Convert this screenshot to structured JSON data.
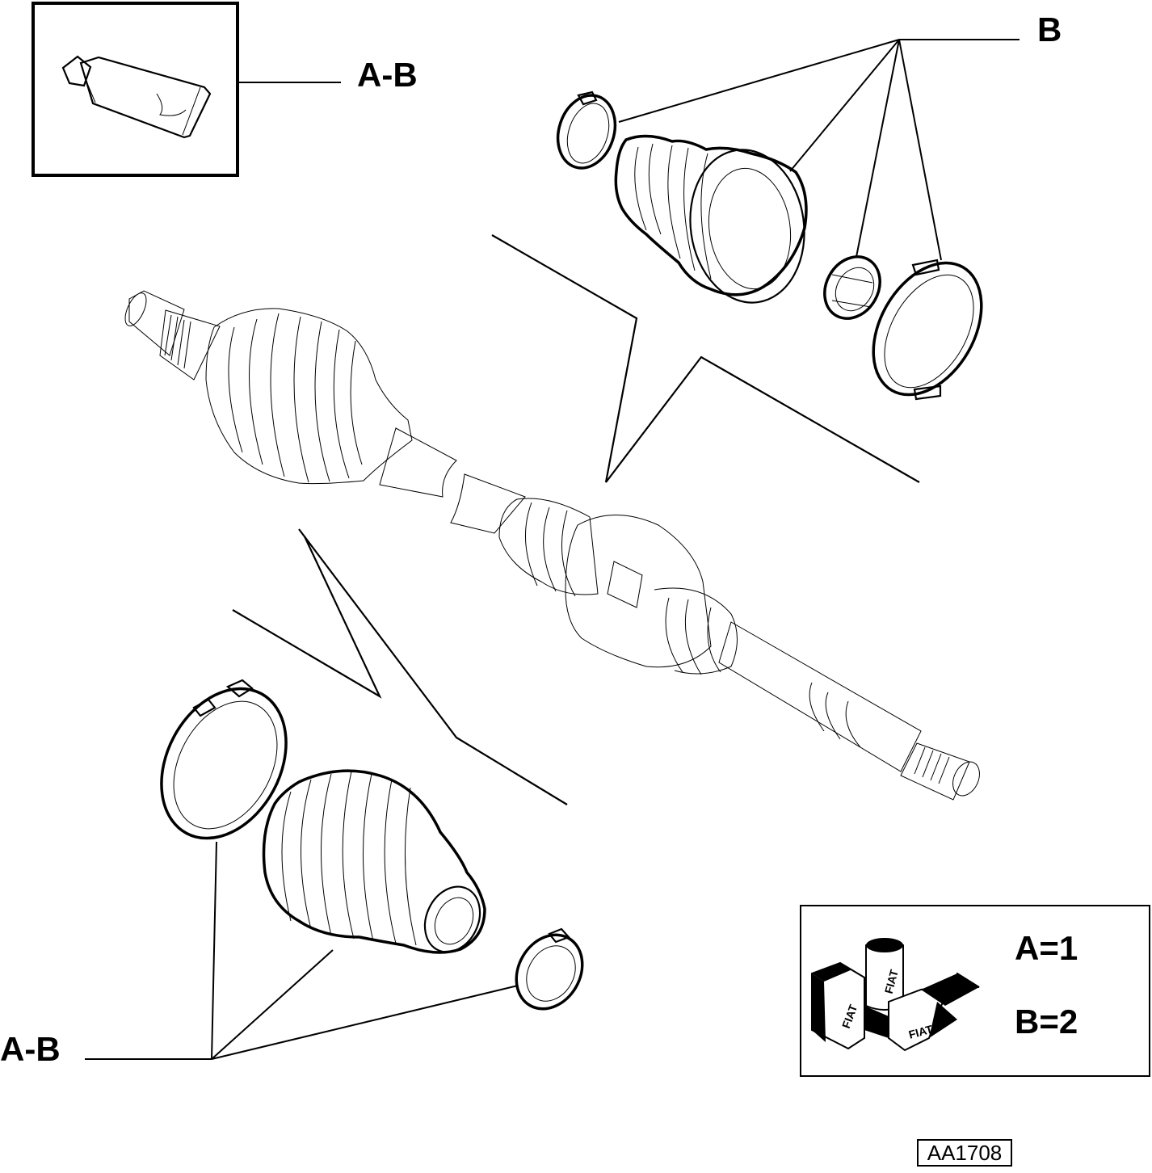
{
  "labels": {
    "grease_kit": "A-B",
    "inner_kit": "B",
    "outer_kit": "A-B"
  },
  "legend": {
    "line_a": "A=1",
    "line_b": "B=2",
    "logo_text": "FIAT"
  },
  "figure_code": "AA1708"
}
